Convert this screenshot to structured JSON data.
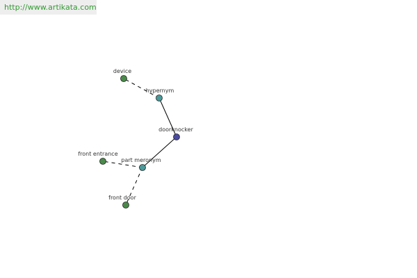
{
  "site": {
    "url_text": "http://www.artikata.com",
    "link_color": "#339933"
  },
  "graph": {
    "nodes": [
      {
        "id": "doorknocker",
        "label": "doorknocker",
        "role": "center",
        "color": "#4a4aa0"
      },
      {
        "id": "hypernym",
        "label": "hypernym",
        "role": "relation",
        "color": "#4a9a9a"
      },
      {
        "id": "device",
        "label": "device",
        "role": "term",
        "color": "#4a8a4a"
      },
      {
        "id": "part_meronym",
        "label": "part meronym",
        "role": "relation",
        "color": "#4a9a9a"
      },
      {
        "id": "front_entrance",
        "label": "front entrance",
        "role": "term",
        "color": "#4a8a4a"
      },
      {
        "id": "front_door",
        "label": "front door",
        "role": "term",
        "color": "#4a8a4a"
      }
    ],
    "edges": [
      {
        "from": "doorknocker",
        "to": "hypernym",
        "style": "solid"
      },
      {
        "from": "hypernym",
        "to": "device",
        "style": "dashed"
      },
      {
        "from": "doorknocker",
        "to": "part_meronym",
        "style": "solid"
      },
      {
        "from": "part_meronym",
        "to": "front_entrance",
        "style": "dashed"
      },
      {
        "from": "part_meronym",
        "to": "front_door",
        "style": "dashed"
      }
    ]
  }
}
